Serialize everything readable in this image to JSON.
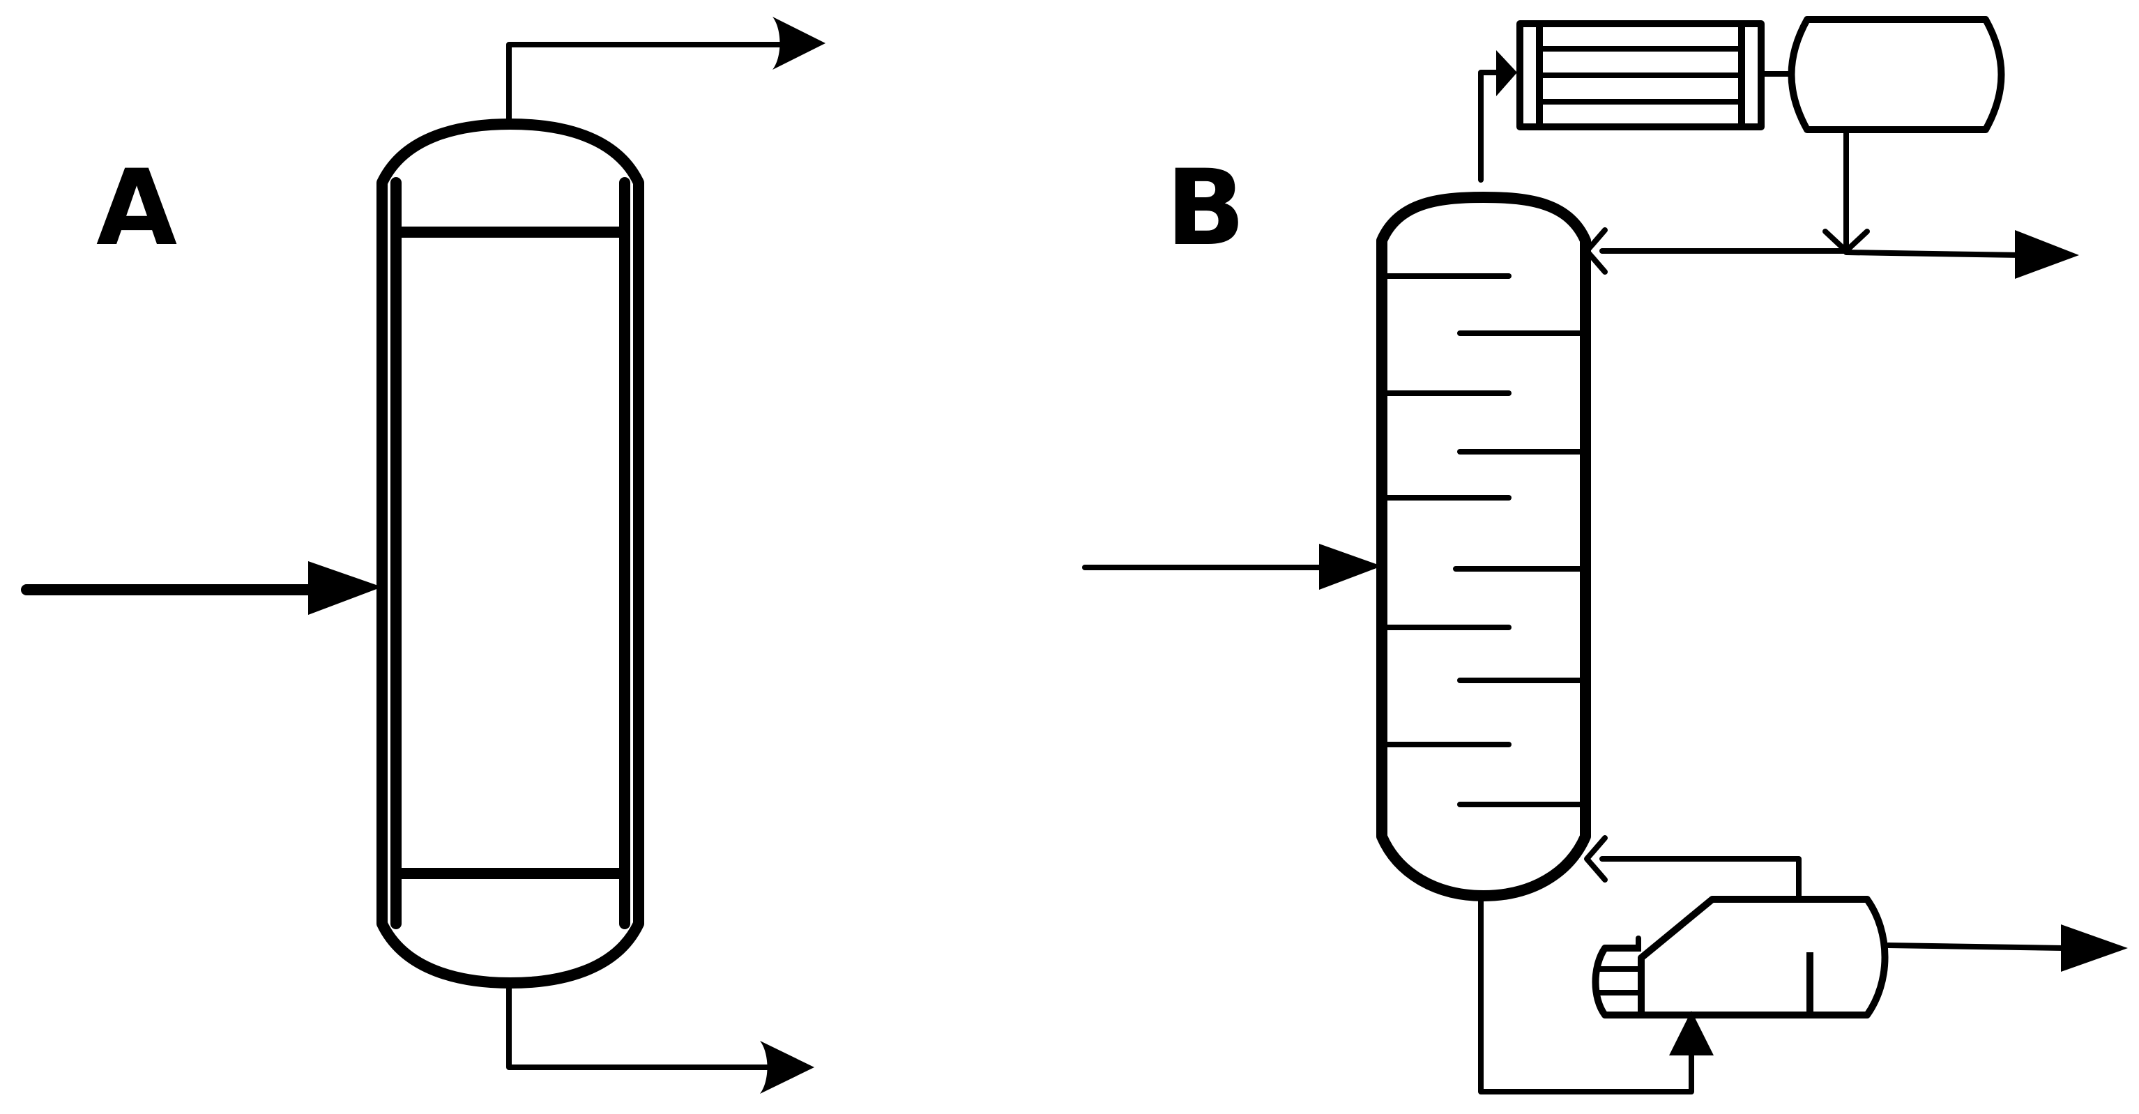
{
  "labels": {
    "panel_a": "A",
    "panel_b": "B"
  },
  "colors": {
    "stroke": "#000000",
    "background": "#ffffff"
  },
  "panel_a": {
    "column_type": "packed column",
    "internal_plates": 2
  },
  "panel_b": {
    "column_type": "tray column",
    "trays": 10,
    "equipment": [
      "distillation-column",
      "condenser",
      "reflux-drum",
      "kettle-reboiler"
    ]
  }
}
